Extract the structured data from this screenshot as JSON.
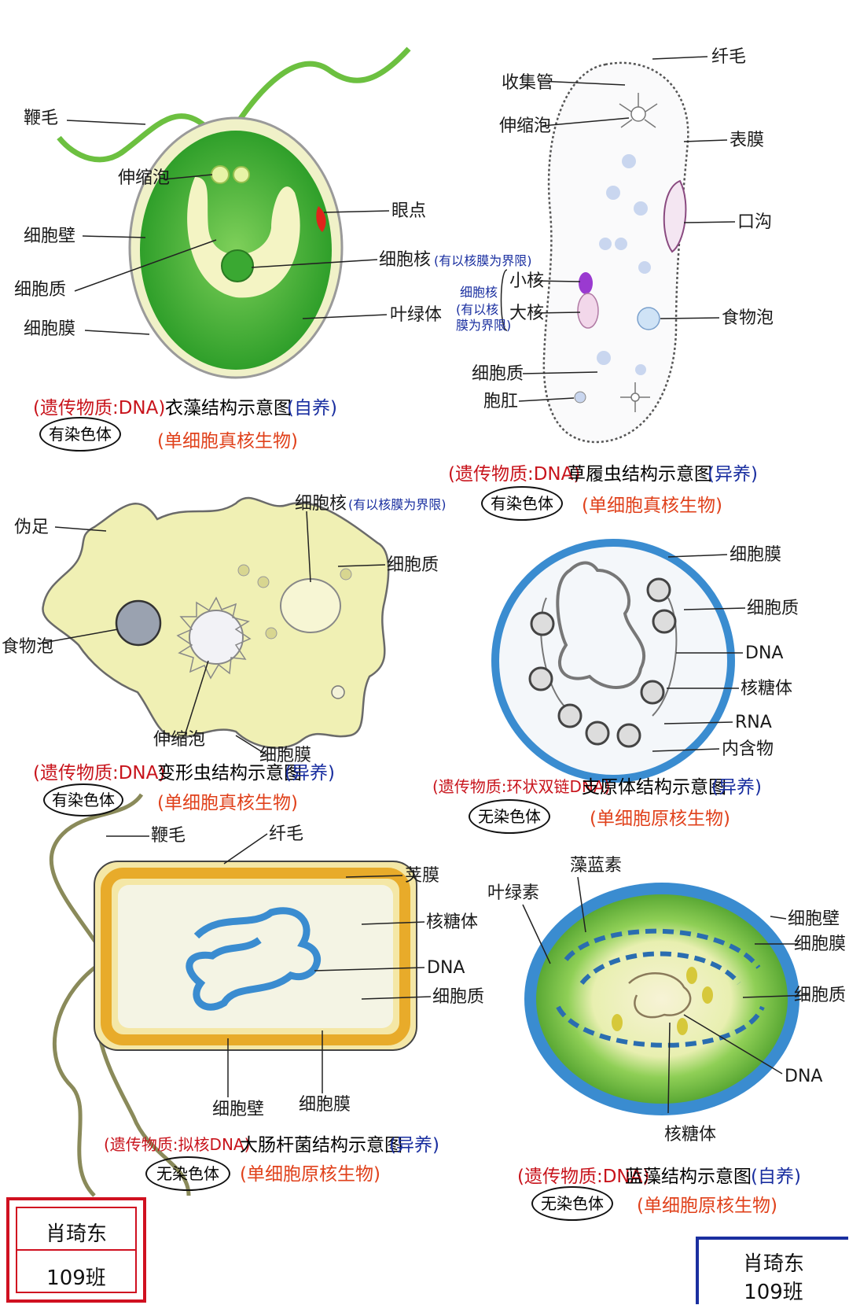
{
  "panels": {
    "chlamydomonas": {
      "labels": {
        "flagella": "鞭毛",
        "contractile": "伸缩泡",
        "wall": "细胞壁",
        "cytoplasm": "细胞质",
        "membrane": "细胞膜",
        "eyespot": "眼点",
        "nucleus": "细胞核",
        "nucleus_note": "(有以核膜为界限)",
        "chloroplast": "叶绿体"
      },
      "genetic": "(遗传物质:DNA)",
      "title": "衣藻结构示意图",
      "nutrition": "(自养)",
      "chromosome": "有染色体",
      "category": "(单细胞真核生物)"
    },
    "paramecium": {
      "labels": {
        "cilia": "纤毛",
        "collecting": "收集管",
        "contractile": "伸缩泡",
        "pellicle": "表膜",
        "oral_groove": "口沟",
        "nucleus_group": "细胞核",
        "nucleus_note_a": "(有以核",
        "nucleus_note_b": "膜为界限)",
        "micronucleus": "小核",
        "macronucleus": "大核",
        "food_vacuole": "食物泡",
        "cytoplasm": "细胞质",
        "anal_pore": "胞肛"
      },
      "genetic": "(遗传物质:DNA)",
      "title": "草履虫结构示意图",
      "nutrition": "(异养)",
      "chromosome": "有染色体",
      "category": "(单细胞真核生物)"
    },
    "amoeba": {
      "labels": {
        "pseudopod": "伪足",
        "nucleus": "细胞核",
        "nucleus_note": "(有以核膜为界限)",
        "cytoplasm": "细胞质",
        "food_vacuole": "食物泡",
        "contractile": "伸缩泡",
        "membrane": "细胞膜"
      },
      "genetic": "(遗传物质:DNA)",
      "title": "变形虫结构示意图",
      "nutrition": "(异养)",
      "chromosome": "有染色体",
      "category": "(单细胞真核生物)"
    },
    "mycoplasma": {
      "labels": {
        "membrane": "细胞膜",
        "cytoplasm": "细胞质",
        "dna": "DNA",
        "ribosome": "核糖体",
        "rna": "RNA",
        "inclusion": "内含物"
      },
      "genetic": "(遗传物质:环状双链DNA)",
      "title": "支原体结构示意图",
      "nutrition": "(异养)",
      "chromosome": "无染色体",
      "category": "(单细胞原核生物)"
    },
    "ecoli": {
      "labels": {
        "flagellum": "鞭毛",
        "pili": "纤毛",
        "capsule": "荚膜",
        "ribosome": "核糖体",
        "dna": "DNA",
        "cytoplasm": "细胞质",
        "wall": "细胞壁",
        "membrane": "细胞膜"
      },
      "genetic": "(遗传物质:拟核DNA)",
      "title": "大肠杆菌结构示意图",
      "nutrition": "(异养)",
      "chromosome": "无染色体",
      "category": "(单细胞原核生物)"
    },
    "cyanobacteria": {
      "labels": {
        "chlorophyll": "叶绿素",
        "phycocyanin": "藻蓝素",
        "wall": "细胞壁",
        "membrane": "细胞膜",
        "cytoplasm": "细胞质",
        "dna": "DNA",
        "ribosome": "核糖体"
      },
      "genetic": "(遗传物质:DNA)",
      "title": "蓝藻结构示意图",
      "nutrition": "(自养)",
      "chromosome": "无染色体",
      "category": "(单细胞原核生物)"
    }
  },
  "author": {
    "name": "肖琦东",
    "class": "109班"
  },
  "colors": {
    "red_ink": "#c8141c",
    "blue_ink": "#1a2fa0",
    "orange_ink": "#e0411b",
    "green": "#4cba3a",
    "yellow": "#f2f0a8",
    "blue": "#3a8cd0"
  }
}
